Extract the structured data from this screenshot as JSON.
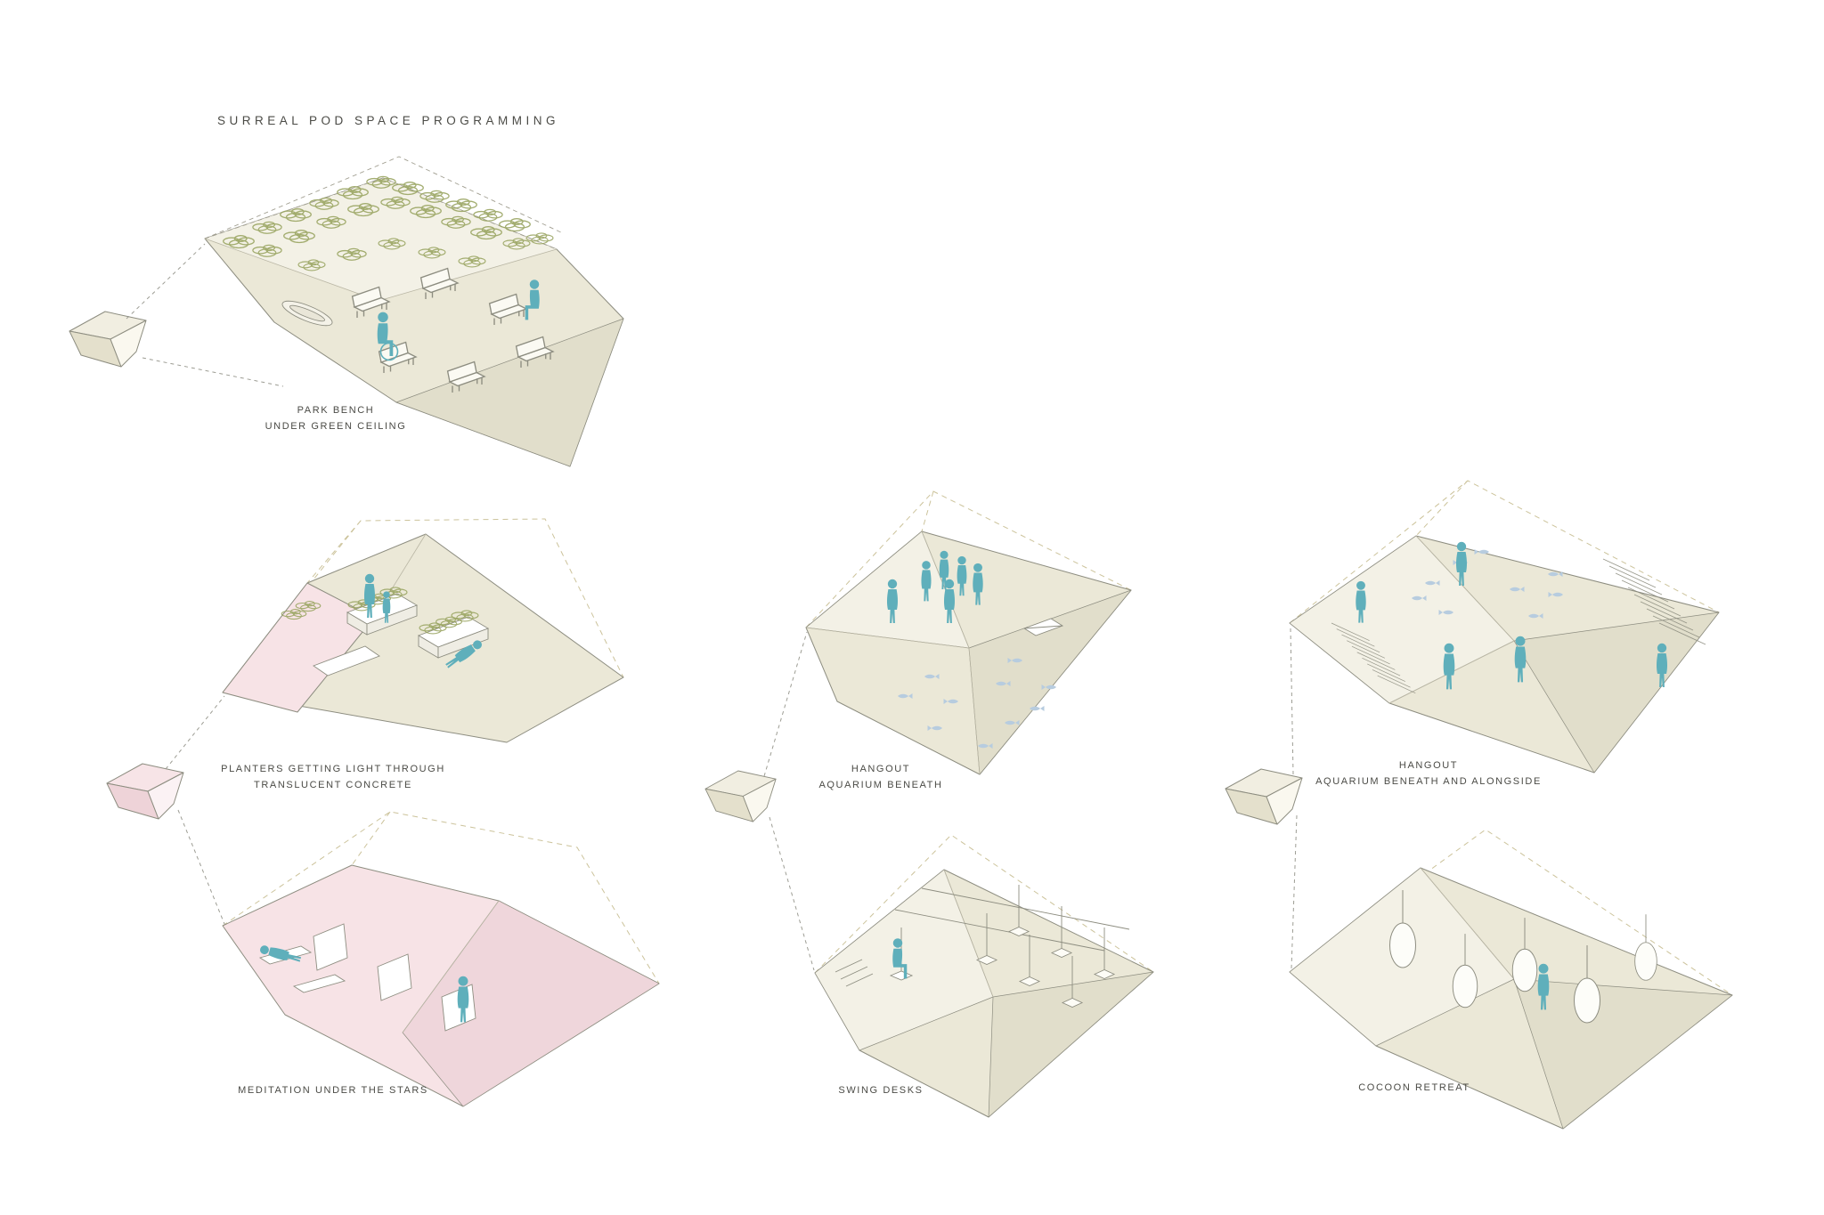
{
  "page": {
    "title": "SURREAL POD SPACE PROGRAMMING"
  },
  "colors": {
    "pod_beige": "#ebe8d7",
    "pod_beige_dark": "#e1decb",
    "pod_beige_light": "#f3f1e6",
    "pod_pink": "#f7e3e6",
    "pod_pink_dark": "#efd6db",
    "figure_teal": "#5fafbb",
    "vegetation_green": "#9aa562",
    "fish_blue": "#b7ccdf",
    "outline_gray": "#8d8d80",
    "ghost_gold": "#ccc39b",
    "leader_gray": "#9d9d94",
    "label_text": "#4b4b46",
    "background": "#ffffff"
  },
  "pods": [
    {
      "id": "park-bench",
      "lines": [
        "PARK BENCH",
        "UNDER GREEN CEILING"
      ],
      "elements": {
        "benches": 6,
        "figures": 2,
        "vegetated_ceiling": true
      }
    },
    {
      "id": "planters",
      "lines": [
        "PLANTERS GETTING LIGHT THROUGH",
        "TRANSLUCENT CONCRETE"
      ],
      "elements": {
        "planters": 2,
        "figures": 3
      }
    },
    {
      "id": "meditation",
      "lines": [
        "MEDITATION UNDER THE STARS"
      ],
      "elements": {
        "loungers": 2,
        "skylight_panels": 3,
        "figures": 2
      }
    },
    {
      "id": "hangout-aquarium-beneath",
      "lines": [
        "HANGOUT",
        "AQUARIUM BENEATH"
      ],
      "elements": {
        "figures": 6,
        "fish": 10
      }
    },
    {
      "id": "swing-desks",
      "lines": [
        "SWING DESKS"
      ],
      "elements": {
        "swing_desks": 7,
        "figures": 1
      }
    },
    {
      "id": "hangout-aquarium-beneath-alongside",
      "lines": [
        "HANGOUT",
        "AQUARIUM BENEATH AND ALONGSIDE"
      ],
      "elements": {
        "figures": 5,
        "fish": 9,
        "stair_flights": 2
      }
    },
    {
      "id": "cocoon-retreat",
      "lines": [
        "COCOON RETREAT"
      ],
      "elements": {
        "cocoons": 5,
        "figures": 1
      }
    }
  ],
  "key_icons": [
    {
      "name": "pod-key-icon-1",
      "connects_to": [
        "park-bench"
      ]
    },
    {
      "name": "pod-key-icon-2",
      "connects_to": [
        "planters",
        "meditation"
      ]
    },
    {
      "name": "pod-key-icon-3",
      "connects_to": [
        "hangout-aquarium-beneath",
        "swing-desks"
      ]
    },
    {
      "name": "pod-key-icon-4",
      "connects_to": [
        "hangout-aquarium-beneath-alongside",
        "cocoon-retreat"
      ]
    }
  ]
}
